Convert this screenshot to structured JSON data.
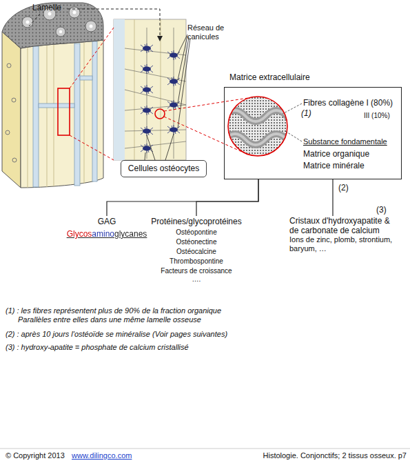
{
  "diagram": {
    "nodes": [
      {
        "text": [
          "Matrice extracellulaire",
          "Fibres collagène I (80%)",
          "III (10%)",
          "Substance fondamentale",
          "Matrice organique",
          "Matrice minérale"
        ]
      },
      {
        "text": [
          "Cellules ostéocytes"
        ]
      },
      {
        "text": [
          "GAG",
          "Glycosaminoglycanes"
        ]
      },
      {
        "text": [
          "Protéines/glycoprotéines",
          "Ostéopontine",
          "Ostéonectine",
          "Ostéocalcine",
          "Thrombospontine",
          "Facteurs de croissance",
          "…."
        ]
      },
      {
        "text": [
          "Cristaux d'hydroxyapatite & de carbonate de calcium",
          "Ions de zinc, plomb, strontium, baryum, …"
        ]
      }
    ],
    "edges": [
      {
        "from": 0,
        "to": 2,
        "arrow": "none"
      },
      {
        "from": 0,
        "to": 3,
        "arrow": "none"
      },
      {
        "from": 0,
        "to": 4,
        "arrow": "none",
        "label": "(2)"
      }
    ],
    "labels": [
      "Lamelle",
      "Réseau de canicules",
      "(1)",
      "(3)",
      "(1) : les fibres représentent plus de 90% de la fraction organique",
      "Parallèles entre elles dans une même lamelle osseuse",
      "(2) : après 10 jours l'ostéoïde se minéralise (Voir pages suivantes)",
      "(3) : hydroxy-apatite = phosphate de calcium cristallisé",
      "© Copyright 2013",
      "www.dilingco.com",
      "Histologie. Conjonctifs; 2 tissus osseux. p7"
    ]
  }
}
